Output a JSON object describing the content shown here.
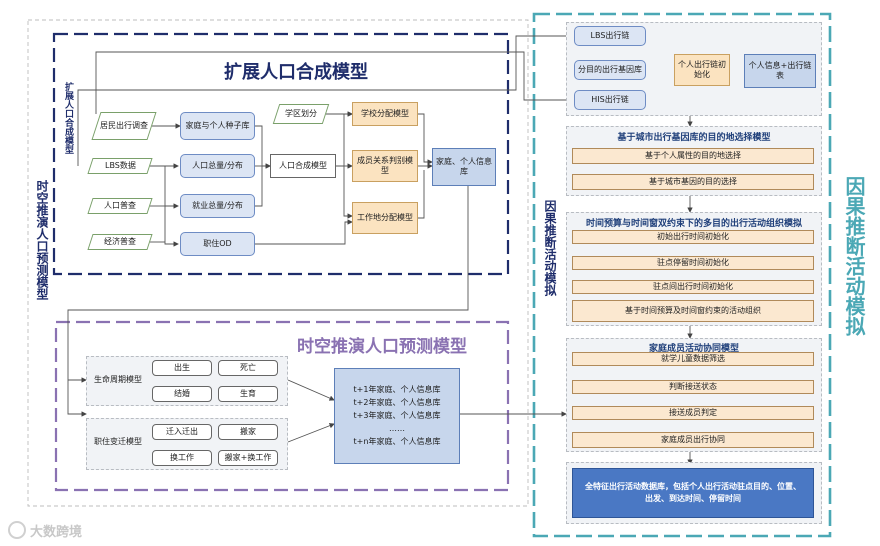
{
  "frames": {
    "expand": "扩展人口合成模型",
    "expand_side": "扩展人口合成模型",
    "predict": "时空推演人口预测模型",
    "predict_side": "时空推演人口预测模型",
    "causal_side": "因果推断活动模拟",
    "causal_big": "因果推断活动模拟"
  },
  "inputs": {
    "survey": "居民出行调查",
    "lbs": "LBS数据",
    "census": "人口普查",
    "economic": "经济普查"
  },
  "synth": {
    "seed": "家庭与个人种子库",
    "pop_dist": "人口总量/分布",
    "job_dist": "就业总量/分布",
    "od": "职住OD",
    "district": "学区划分",
    "model": "人口合成模型",
    "school": "学校分配模型",
    "relation": "成员关系判别模型",
    "work": "工作地分配模型",
    "hh_db": "家庭、个人信息库"
  },
  "forecast": {
    "life_model": "生命周期模型",
    "birth": "出生",
    "death": "死亡",
    "marriage": "结婚",
    "fertility": "生育",
    "job_model": "职住变迁模型",
    "migrate": "迁入迁出",
    "move": "搬家",
    "change_job": "换工作",
    "move_change": "搬家+换工作",
    "db_lines": [
      "t+1年家庭、个人信息库",
      "t+2年家庭、个人信息库",
      "t+3年家庭、个人信息库",
      "……",
      "t+n年家庭、个人信息库"
    ]
  },
  "chain": {
    "lbs": "LBS出行链",
    "purpose": "分目的出行基因库",
    "his": "HIS出行链",
    "init": "个人出行链初始化",
    "table": "个人信息+出行链表"
  },
  "dest": {
    "title": "基于城市出行基因库的目的地选择模型",
    "items": [
      "基于个人属性的目的地选择",
      "基于城市基因的目的选择"
    ]
  },
  "organize": {
    "title": "时间预算与时间窗双约束下的多目的出行活动组织模拟",
    "items": [
      "初始出行时间初始化",
      "驻点停留时间初始化",
      "驻点间出行时间初始化",
      "基于时间预算及时间窗约束的活动组织"
    ]
  },
  "family": {
    "title": "家庭成员活动协同模型",
    "items": [
      "就学儿童数据筛选",
      "判断接送状态",
      "接送成员判定",
      "家庭成员出行协同"
    ]
  },
  "final": "全特征出行活动数据库，包括个人出行活动驻点目的、位置、出发、到达时间、停留时间",
  "watermark": "大数跨境",
  "colors": {
    "navy": "#1f2d6b",
    "purple": "#8a72b2",
    "teal": "#4ba8b5",
    "accent_text": "#3c3c9a"
  }
}
